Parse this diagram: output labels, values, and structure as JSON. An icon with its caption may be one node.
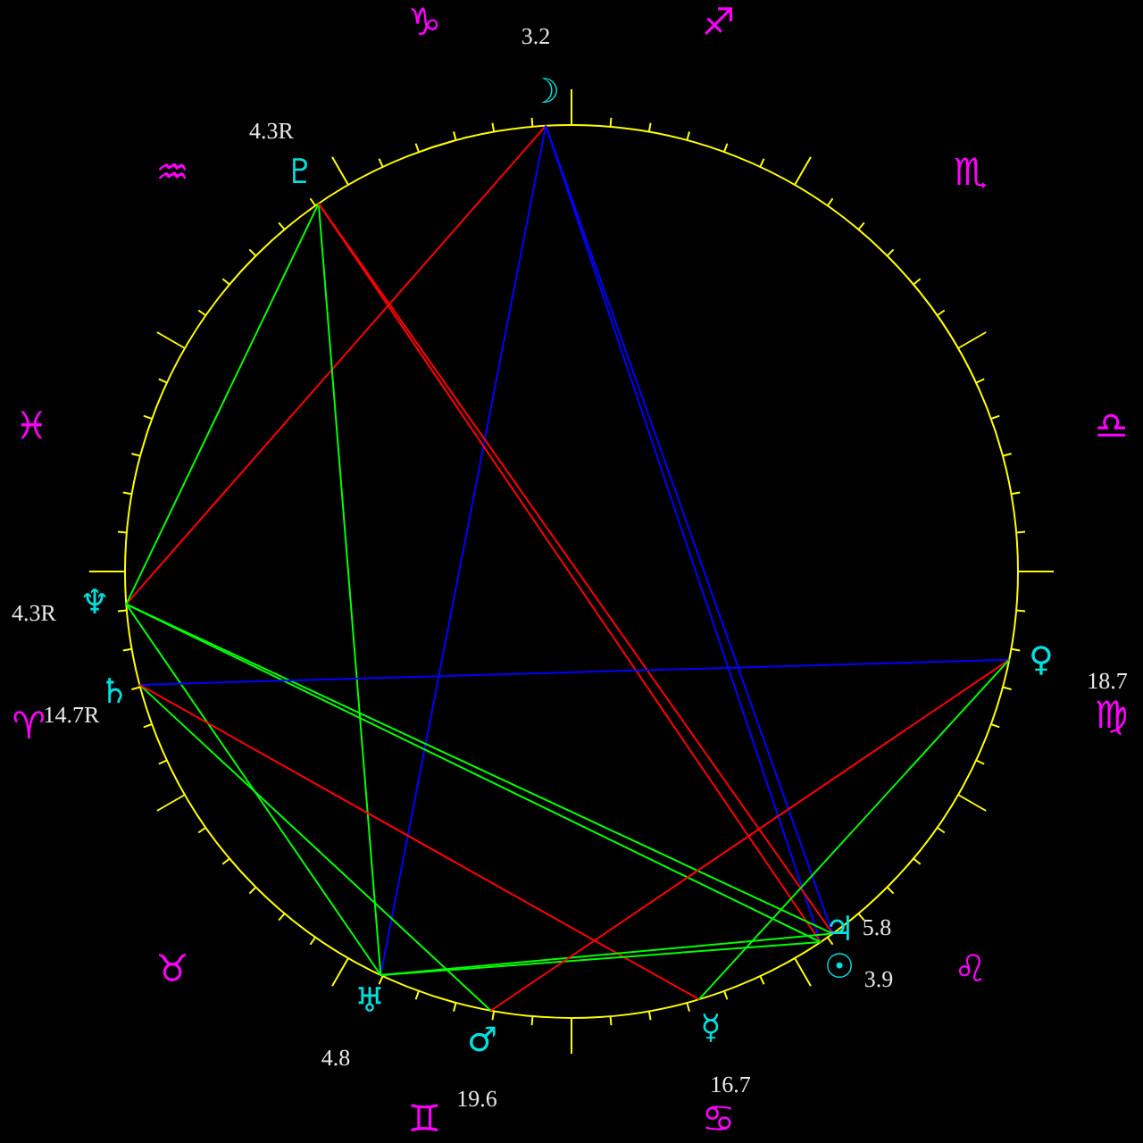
{
  "diagram": {
    "nodes": [
      {
        "text": [
          "☽"
        ],
        "beside": [
          "3.2"
        ]
      },
      {
        "text": [
          "♇"
        ],
        "beside": [
          "4.3R"
        ]
      },
      {
        "text": [
          "♆"
        ],
        "beside": [
          "4.3R"
        ]
      },
      {
        "text": [
          "♀"
        ],
        "beside": [
          "18.7"
        ]
      },
      {
        "text": [
          "♄"
        ],
        "beside": [
          "14.7R"
        ]
      },
      {
        "text": [
          "♃"
        ],
        "beside": [
          "5.8"
        ]
      },
      {
        "text": [
          "☉"
        ],
        "beside": [
          "3.9"
        ]
      },
      {
        "text": [
          "♅"
        ],
        "beside": [
          "4.8"
        ]
      },
      {
        "text": [
          "☿"
        ],
        "beside": [
          "16.7"
        ]
      },
      {
        "text": [
          "♂"
        ],
        "beside": [
          "19.6"
        ]
      }
    ],
    "edges": [
      {
        "from": 0,
        "to": 2,
        "arrow": "none",
        "color": "#ff0000"
      },
      {
        "from": 0,
        "to": 7,
        "arrow": "none",
        "color": "#0000ff"
      },
      {
        "from": 0,
        "to": 5,
        "arrow": "none",
        "color": "#0000ff"
      },
      {
        "from": 0,
        "to": 6,
        "arrow": "none",
        "color": "#0000ff"
      },
      {
        "from": 1,
        "to": 2,
        "arrow": "none"
      },
      {
        "from": 1,
        "to": 7,
        "arrow": "none"
      },
      {
        "from": 1,
        "to": 5,
        "arrow": "none",
        "color": "#ff0000"
      },
      {
        "from": 1,
        "to": 6,
        "arrow": "none",
        "color": "#ff0000"
      },
      {
        "from": 2,
        "to": 5,
        "arrow": "none"
      },
      {
        "from": 2,
        "to": 6,
        "arrow": "none"
      },
      {
        "from": 2,
        "to": 7,
        "arrow": "none"
      },
      {
        "from": 4,
        "to": 3,
        "arrow": "none",
        "color": "#0000ff"
      },
      {
        "from": 4,
        "to": 9,
        "arrow": "none"
      },
      {
        "from": 4,
        "to": 8,
        "arrow": "none",
        "color": "#ff0000"
      },
      {
        "from": 7,
        "to": 5,
        "arrow": "none"
      },
      {
        "from": 7,
        "to": 6,
        "arrow": "none"
      },
      {
        "from": 9,
        "to": 3,
        "arrow": "none",
        "color": "#ff0000"
      },
      {
        "from": 8,
        "to": 3,
        "arrow": "none"
      }
    ],
    "labels": [
      "♑",
      "♐",
      "♒",
      "♏",
      "♓",
      "♎",
      "♈",
      "♍",
      "♉",
      "♌",
      "♊",
      "♋"
    ]
  }
}
